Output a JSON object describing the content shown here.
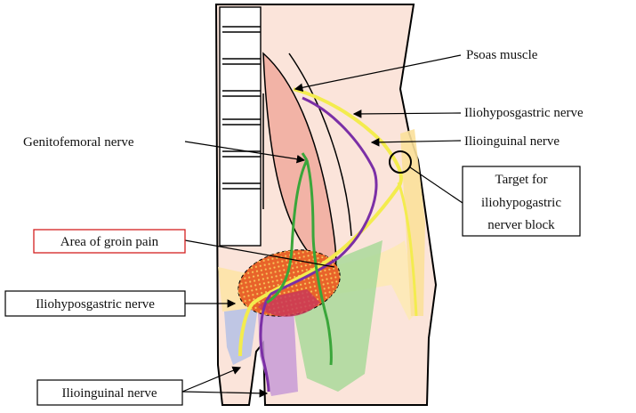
{
  "labels": {
    "psoas": "Psoas muscle",
    "iliohypogastric_right": "Iliohyposgastric nerve",
    "ilioinguinal_right": "Ilioinguinal nerve",
    "genitofemoral": "Genitofemoral nerve",
    "target_line1": "Target for",
    "target_line2": "iliohypogastric",
    "target_line3": "nerver block",
    "groin_pain": "Area of groin pain",
    "iliohypogastric_left": "Iliohyposgastric nerve",
    "ilioinguinal_left": "Ilioinguinal nerve"
  },
  "colors": {
    "body": "#fbe4da",
    "psoas": "#f2b3a6",
    "iliohypogastric_nerve": "#f3ec4e",
    "ilioinguinal_nerve": "#7b2fa6",
    "genitofemoral_nerve": "#3aa63a",
    "groin_pain_area": "#e8632a",
    "groin_label_border": "#d42020"
  }
}
